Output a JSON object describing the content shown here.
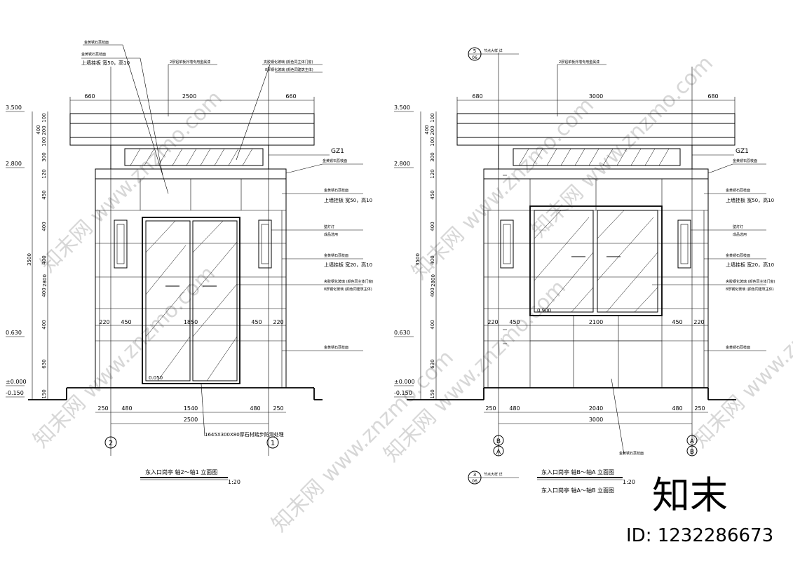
{
  "left": {
    "title": "东入口岗亭  轴2～轴1  立面图",
    "scale": "1:20",
    "top_dims": [
      "660",
      "2500",
      "660"
    ],
    "left_levels": [
      "3.500",
      "2.800",
      "0.630",
      "±0.000",
      "-0.150"
    ],
    "left_seg_dims": [
      "100",
      "200",
      "100",
      "400",
      "300",
      "120",
      "450",
      "400",
      "400",
      "400",
      "400",
      "630",
      "150"
    ],
    "left_total_dims": [
      "3500",
      "2800"
    ],
    "mid_dims": [
      "220",
      "450",
      "1850",
      "450",
      "220"
    ],
    "bottom_dims": [
      "250",
      "480",
      "1540",
      "480",
      "250"
    ],
    "bottom_total": "2500",
    "axis_left": "2",
    "axis_right": "1",
    "door_level": "0.050",
    "notes": {
      "n1": "金黄锈石荔枝面",
      "n2a": "金黄锈石荔枝面",
      "n2b": "上墙挂板 宽50，高10",
      "n3": "2厚铝单板外墙专用金属漆",
      "n4a": "夹胶钢化玻璃 (颜色同主体门窗)",
      "n4b": "8厚钢化玻璃 (颜色同建筑主体)",
      "gz1": "GZ1",
      "n5": "金黄锈石荔枝面",
      "n6a": "金黄锈石荔枝面",
      "n6b": "上墙挂板 宽50，高10",
      "n7a": "壁灯灯",
      "n7b": "成品选用",
      "n8a": "金黄锈石荔枝面",
      "n8b": "上墙挂板 宽20，高10",
      "n9a": "夹胶钢化玻璃 (颜色同主体门窗)",
      "n9b": "8厚钢化玻璃 (颜色同建筑主体)",
      "n10": "金黄锈石荔枝面",
      "n11": "1645X300X80厚石材踏步防滑处理"
    }
  },
  "right": {
    "title1": "东入口岗亭  轴B～轴A  立面图",
    "title2": "东入口岗亭  轴A～轴B  立面图",
    "scale": "1:20",
    "top_dims": [
      "680",
      "3000",
      "680"
    ],
    "left_levels": [
      "3.500",
      "2.800",
      "0.630",
      "±0.000",
      "-0.150"
    ],
    "left_seg_dims": [
      "100",
      "200",
      "100",
      "400",
      "300",
      "120",
      "450",
      "400",
      "400",
      "400",
      "400",
      "630",
      "150"
    ],
    "left_total_dims": [
      "3500",
      "2800"
    ],
    "mid_dims": [
      "220",
      "450",
      "2100",
      "450",
      "220"
    ],
    "bottom_dims": [
      "250",
      "480",
      "2040",
      "480",
      "250"
    ],
    "bottom_total": "3000",
    "axis_b": "B",
    "axis_a": "A",
    "axis_a2": "A",
    "axis_b2": "B",
    "window_level": "0.900",
    "detail_top": "5",
    "detail_top_sub": "06",
    "detail_top_note": "节点大样  详",
    "detail_bot": "3",
    "detail_bot_sub": "06",
    "detail_bot_note": "节点大样  详",
    "notes": {
      "n3": "2厚铝单板外墙专用金属漆",
      "gz1": "GZ1",
      "n5": "金黄锈石荔枝面",
      "n6a": "金黄锈石荔枝面",
      "n6b": "上墙挂板 宽50，高10",
      "n7a": "壁灯灯",
      "n7b": "成品选用",
      "n8a": "金黄锈石荔枝面",
      "n8b": "上墙挂板 宽20，高10",
      "n9a": "夹胶钢化玻璃 (颜色同主体门窗)",
      "n9b": "8厚钢化玻璃 (颜色同建筑主体)",
      "n10": "金黄锈石荔枝面",
      "n12": "金黄锈石荔枝面"
    }
  },
  "watermark": {
    "text1": "知末网 www.znzmo.com",
    "logo": "知末",
    "id": "ID: 1232286673"
  }
}
